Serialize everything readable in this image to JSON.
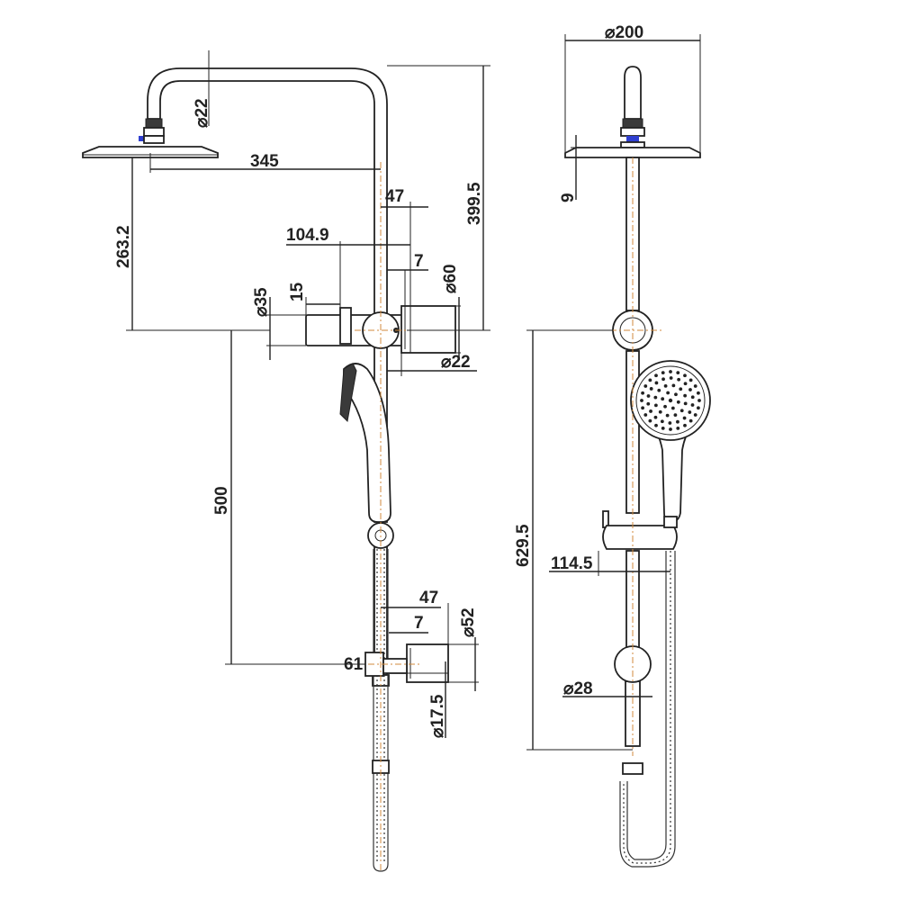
{
  "drawing": {
    "accent_color": "#d08a3c",
    "nozzle_color": "#2f3fd0",
    "line_color": "#222222",
    "side_view": {
      "dimensions": {
        "arm_diameter": "22",
        "arm_reach": "345",
        "bracket_offset": "47",
        "slider_offset": "104.9",
        "wall_gap_top": "7",
        "outlet_diameter": "60",
        "flange_diameter": "35",
        "flange_depth": "15",
        "head_height": "263.2",
        "overall_height": "399.5",
        "outlet_pipe_diameter": "22",
        "bottom_offset": "47",
        "wall_gap_bottom": "7",
        "bracket_diameter": "52",
        "bracket_projection": "61",
        "pipe_diameter": "17.5",
        "rail_spacing": "500"
      }
    },
    "front_view": {
      "dimensions": {
        "head_diameter": "200",
        "head_thickness": "9",
        "rail_length": "629.5",
        "handset_projection": "114.5",
        "rail_diameter": "28"
      }
    }
  }
}
